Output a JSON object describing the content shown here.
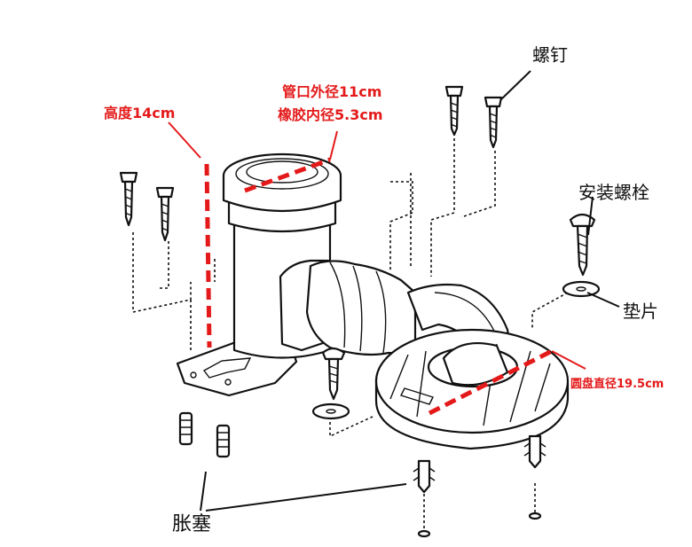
{
  "labels": {
    "height": "高度14cm",
    "pipe_outer": "管口外径11cm",
    "rubber_inner": "橡胶内径5.3cm",
    "screws": "螺钉",
    "install_bolt": "安装螺栓",
    "washer": "垫片",
    "disc_diameter": "圆盘直径19.5cm",
    "anchors": "胀塞"
  },
  "colors": {
    "annotation_red": "#e41a1a",
    "line_black": "#111111",
    "background": "#ffffff"
  }
}
